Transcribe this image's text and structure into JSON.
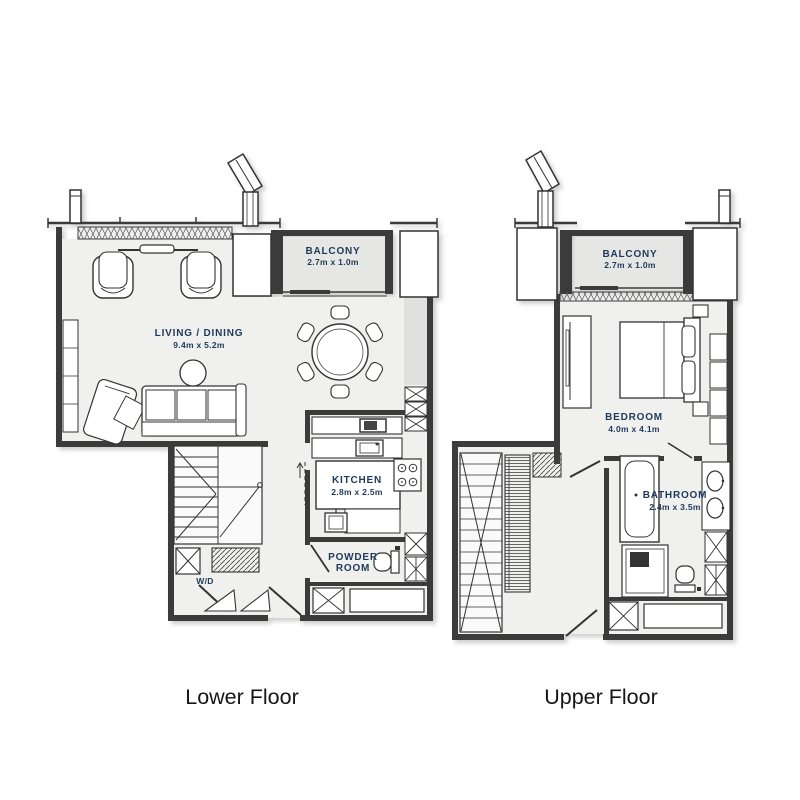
{
  "colors": {
    "background": "#ffffff",
    "wall": "#3b3b3b",
    "floor_fill": "#f0f0ef",
    "balcony_fill": "#e6e6e4",
    "label_navy": "#1e3a5a",
    "caption_color": "#161616"
  },
  "captions": {
    "lower": "Lower Floor",
    "upper": "Upper Floor"
  },
  "lower_floor": {
    "balcony": {
      "label": "BALCONY",
      "dims": "2.7m x 1.0m"
    },
    "living_dining": {
      "label": "LIVING / DINING",
      "dims": "9.4m x 5.2m"
    },
    "kitchen": {
      "label": "KITCHEN",
      "dims": "2.8m x 2.5m"
    },
    "powder_room": {
      "label_line1": "POWDER",
      "label_line2": "ROOM"
    },
    "washer_dryer": {
      "label": "W/D"
    }
  },
  "upper_floor": {
    "balcony": {
      "label": "BALCONY",
      "dims": "2.7m x 1.0m"
    },
    "bedroom": {
      "label": "BEDROOM",
      "dims": "4.0m x 4.1m"
    },
    "bathroom": {
      "label": "BATHROOM",
      "dims": "2.4m x 3.5m"
    }
  }
}
